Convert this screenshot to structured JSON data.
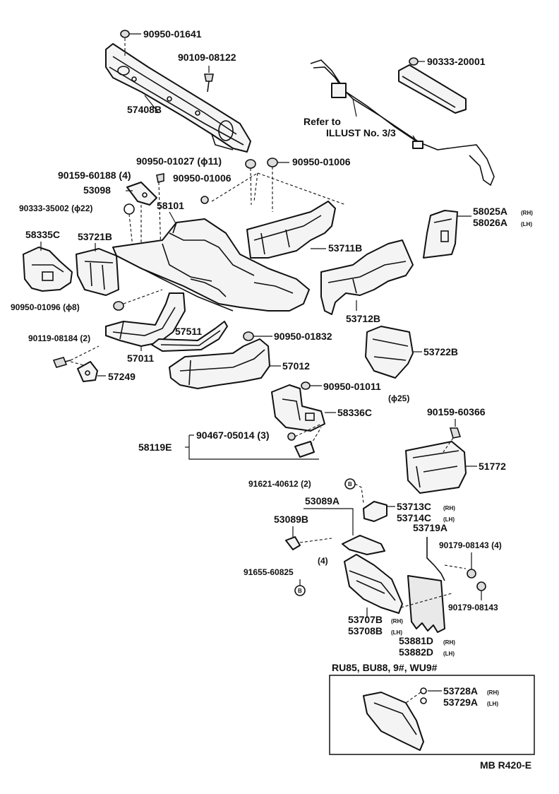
{
  "labels": {
    "p90950_01641": "90950-01641",
    "p90109_08122": "90109-08122",
    "p57408B": "57408B",
    "p90333_20001": "90333-20001",
    "refer_to": "Refer to",
    "illust": "ILLUST No. 3/3",
    "p90950_01027": "90950-01027 (ϕ11)",
    "p90950_01006a": "90950-01006",
    "p90159_60188": "90159-60188 (4)",
    "p90950_01006b": "90950-01006",
    "p53098": "53098",
    "p90333_35002": "90333-35002 (ϕ22)",
    "p58101": "58101",
    "p58025A": "58025A",
    "p58026A": "58026A",
    "p58335C": "58335C",
    "p53721B": "53721B",
    "p53711B": "53711B",
    "p53712B": "53712B",
    "p90950_01096": "90950-01096 (ϕ8)",
    "p90119_08184": "90119-08184 (2)",
    "p57511": "57511",
    "p90950_01832": "90950-01832",
    "p57011": "57011",
    "p57012": "57012",
    "p57249": "57249",
    "p53722B": "53722B",
    "p90950_01011": "90950-01011",
    "p90950_01011_size": "(ϕ25)",
    "p58336C": "58336C",
    "p90159_60366": "90159-60366",
    "p90467_05014": "90467-05014 (3)",
    "p58119E": "58119E",
    "p51772": "51772",
    "p91621_40612": "91621-40612 (2)",
    "p53089A": "53089A",
    "p53713C": "53713C",
    "p53714C": "53714C",
    "p53089B": "53089B",
    "p53719A": "53719A",
    "p90179_08143a": "90179-08143 (4)",
    "qty4": "(4)",
    "p91655_60825": "91655-60825",
    "p90179_08143b": "90179-08143",
    "p53707B": "53707B",
    "p53708B": "53708B",
    "p53881D": "53881D",
    "p53882D": "53882D",
    "models": "RU85, BU88, 9#, WU9#",
    "p53728A": "53728A",
    "p53729A": "53729A",
    "ref_code": "MB R420-E"
  },
  "tags": {
    "rh": "(RH)",
    "lh": "(LH)"
  },
  "callout_symbol": "B"
}
